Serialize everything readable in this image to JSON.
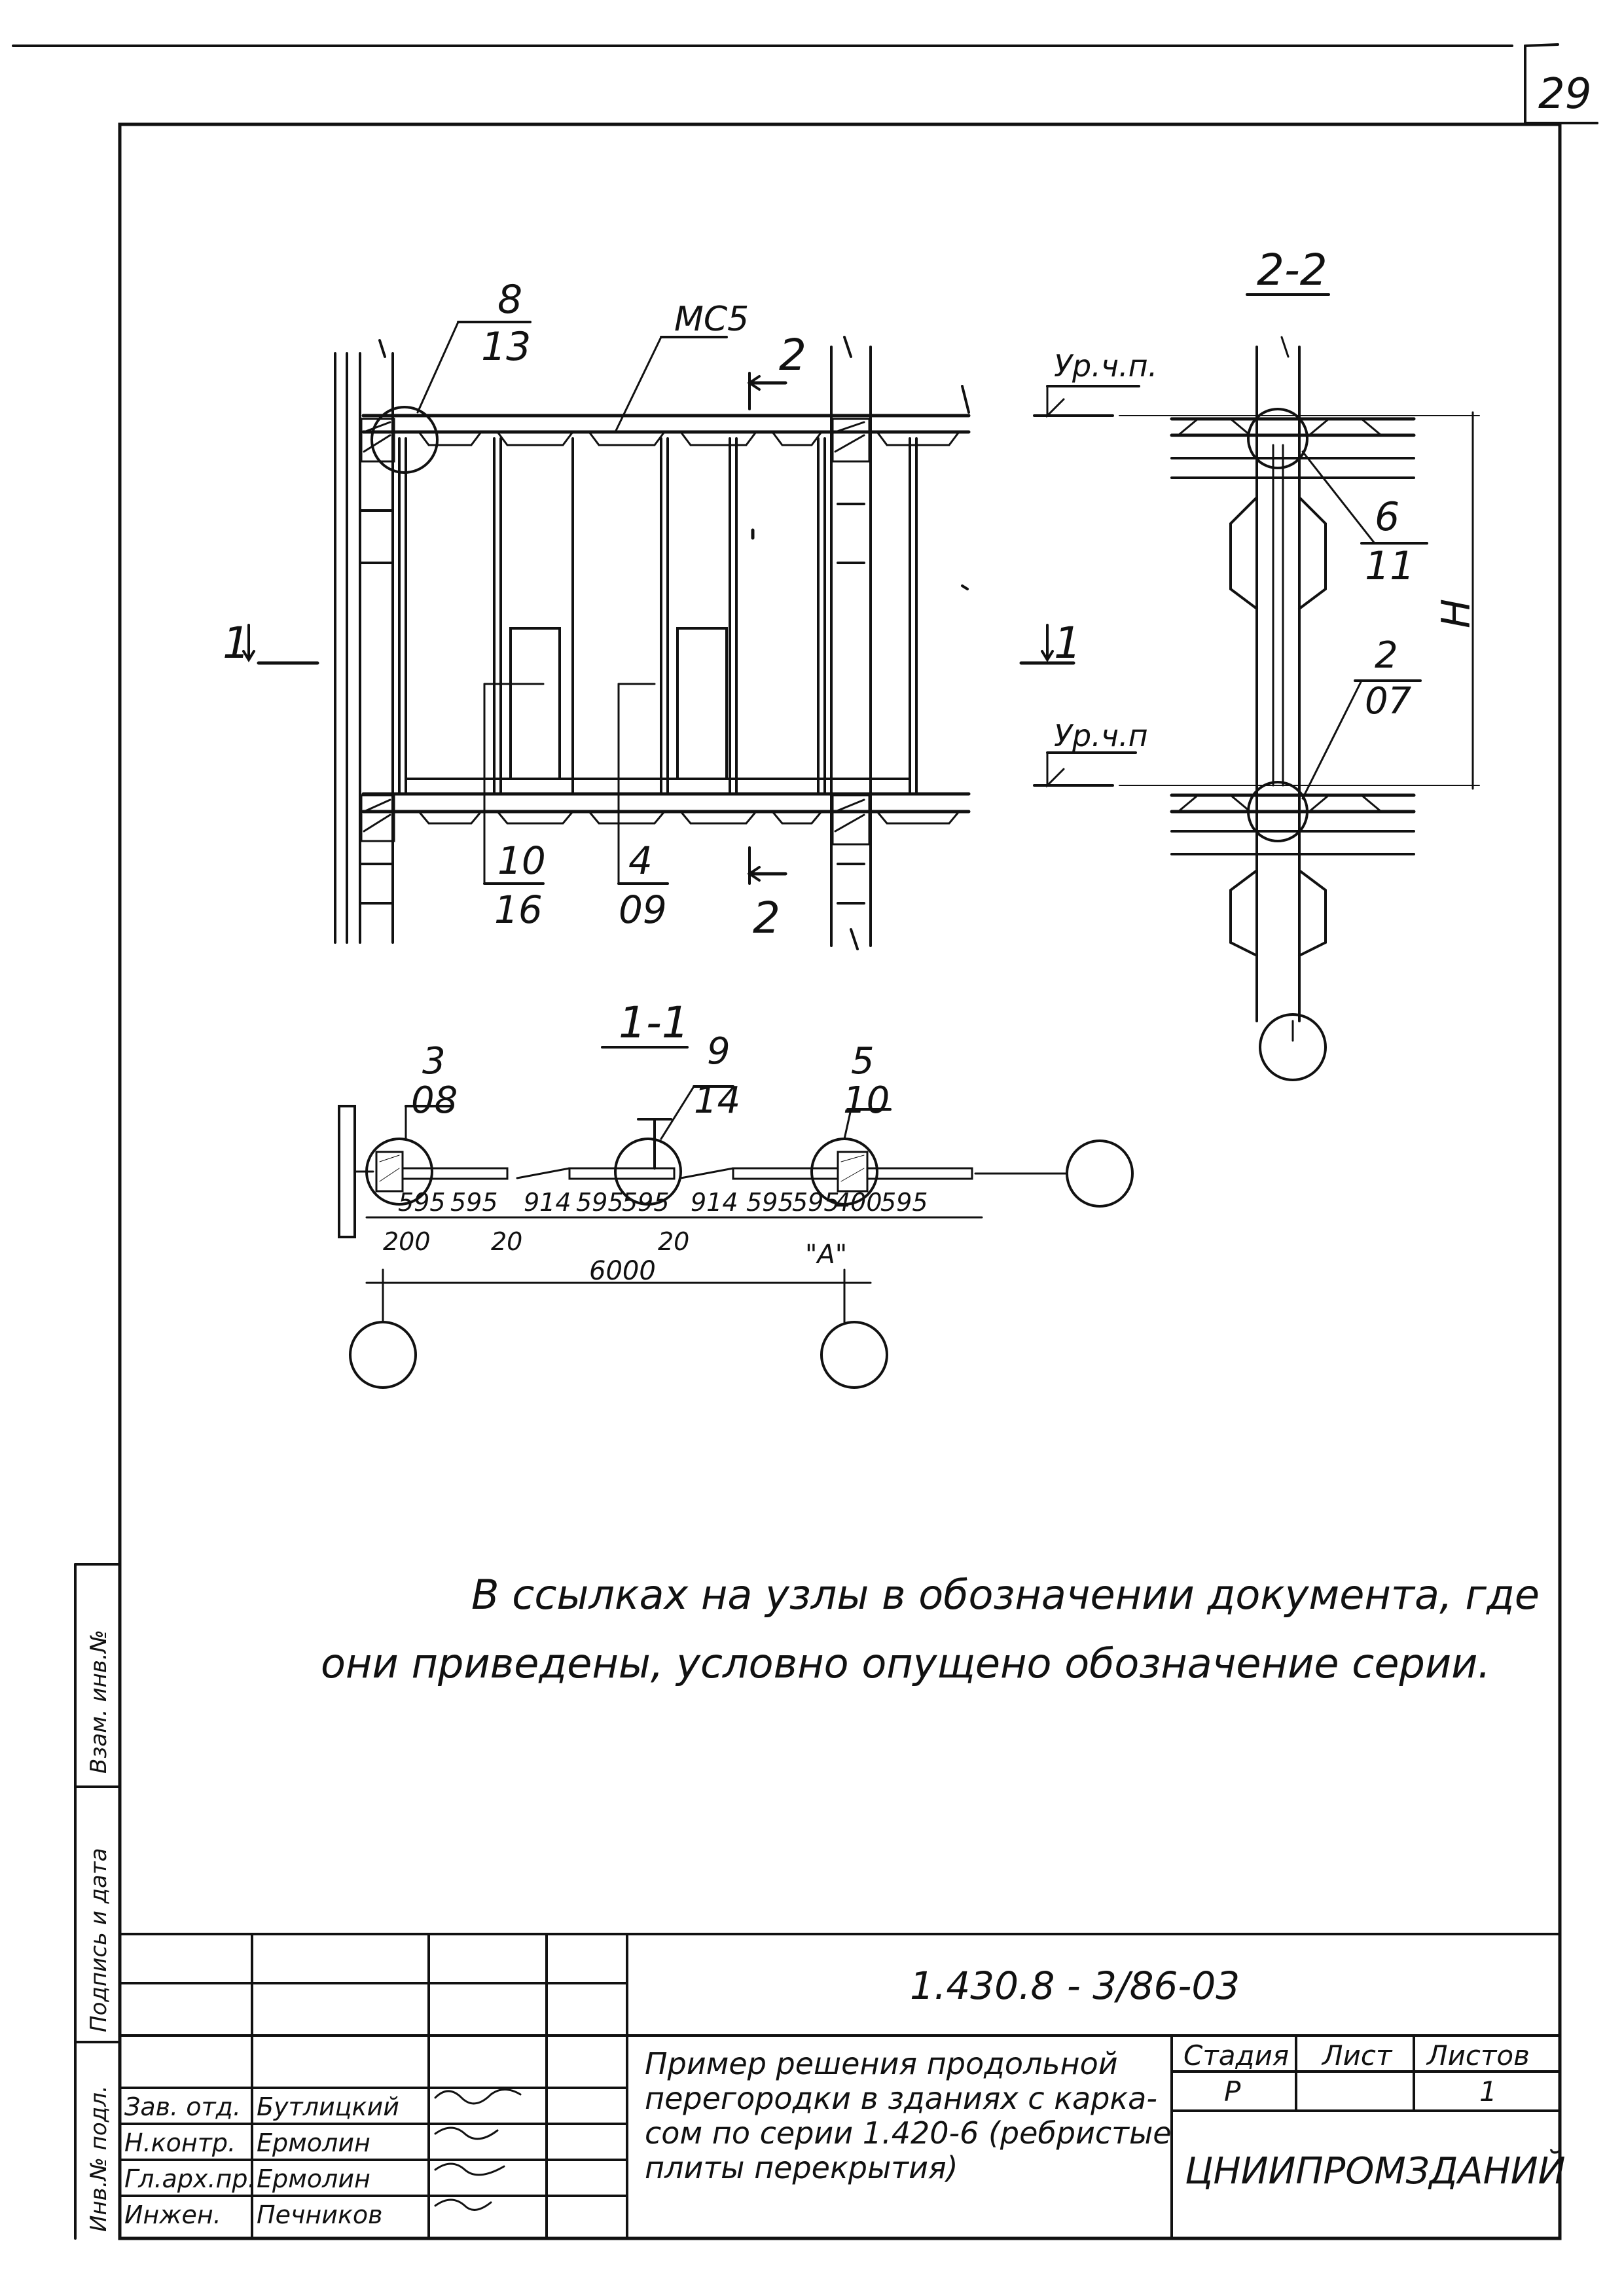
{
  "sheet": {
    "page_number": "29"
  },
  "drawing": {
    "sections": {
      "s11": "1-1",
      "s22": "2-2"
    },
    "level_labels": {
      "top": "Ур.ч.п.",
      "bottom": "Ур.ч.п"
    },
    "height_label": "Н",
    "dim_A": "\"А\"",
    "callouts": [
      {
        "num": "8",
        "den": "13"
      },
      {
        "num": "10",
        "den": "16"
      },
      {
        "num": "4",
        "den": "09"
      },
      {
        "num": "6",
        "den": "11"
      },
      {
        "num": "2",
        "den": "07"
      },
      {
        "num": "3",
        "den": "08"
      },
      {
        "num": "9",
        "den": "14"
      },
      {
        "num": "5",
        "den": "10"
      }
    ],
    "mark_mc5": "МС5",
    "section_marks": {
      "one": "1",
      "two": "2"
    },
    "dimensions": {
      "row1": [
        "595",
        "595",
        "914",
        "595",
        "595",
        "914",
        "595",
        "595",
        "400",
        "595"
      ],
      "row2": [
        "200",
        "20",
        "20"
      ],
      "total": "6000"
    }
  },
  "note": {
    "line1": "В ссылках на узлы в обозначении документа, где",
    "line2": "они приведены, условно опущено обозначение серии."
  },
  "title_block": {
    "designation": "1.430.8 - 3/86-03",
    "title_lines": [
      "Пример решения продольной",
      "перегородки в зданиях с карка-",
      "сом по серии 1.420-6 (ребристые",
      "плиты перекрытия)"
    ],
    "stage_header": "Стадия",
    "sheet_header": "Лист",
    "sheets_header": "Листов",
    "stage_value": "Р",
    "sheets_value": "1",
    "organization": "ЦНИИПРОМЗДАНИЙ",
    "signatures": [
      {
        "role": "Зав. отд.",
        "name": "Бутлицкий"
      },
      {
        "role": "Н.контр.",
        "name": "Ермолин"
      },
      {
        "role": "Гл.арх.пр.",
        "name": "Ермолин"
      },
      {
        "role": "Инжен.",
        "name": "Печников"
      }
    ]
  },
  "side_stamp": {
    "labels": [
      "Взам. инв.№",
      "Подпись и дата",
      "Инв.№ подл."
    ]
  }
}
